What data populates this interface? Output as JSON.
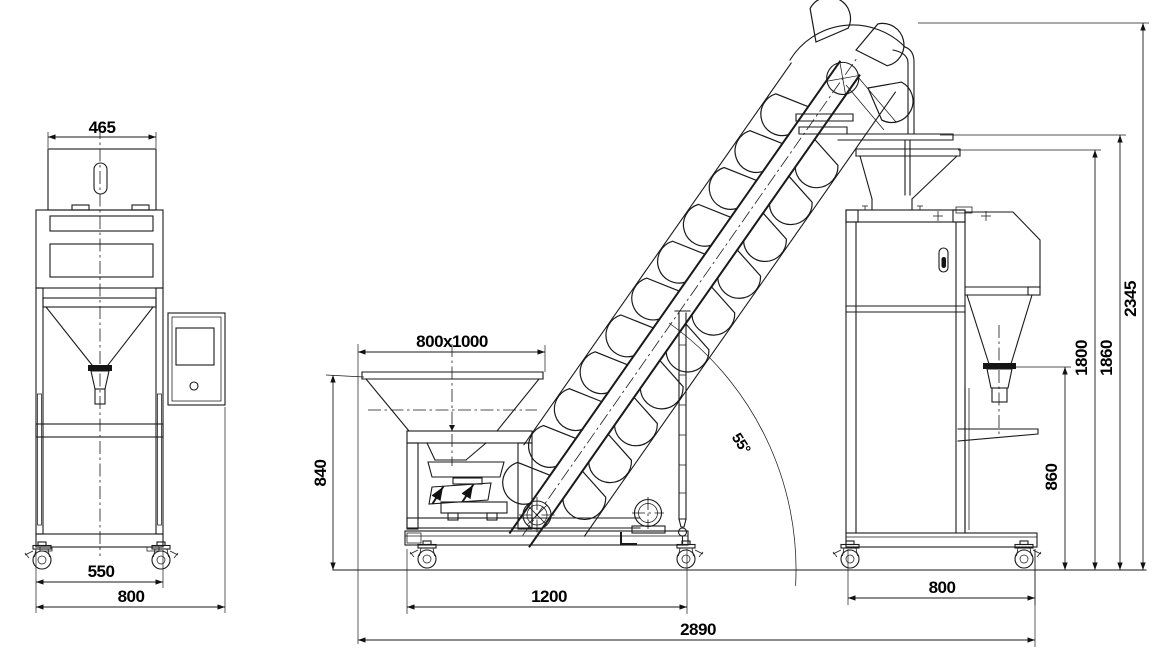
{
  "dimensions": {
    "front_view": {
      "hopper_width": "465",
      "frame_width": "550",
      "overall_width": "800"
    },
    "side_view": {
      "feed_hopper": "800x1000",
      "feed_hopper_height": "840",
      "feeder_base_length": "1200",
      "overall_length": "2890",
      "incline_angle": "55°",
      "discharge_height": "860",
      "machine_base_width": "800",
      "hopper_top_height": "1800",
      "inlet_height": "1860",
      "overall_height": "2345"
    }
  }
}
